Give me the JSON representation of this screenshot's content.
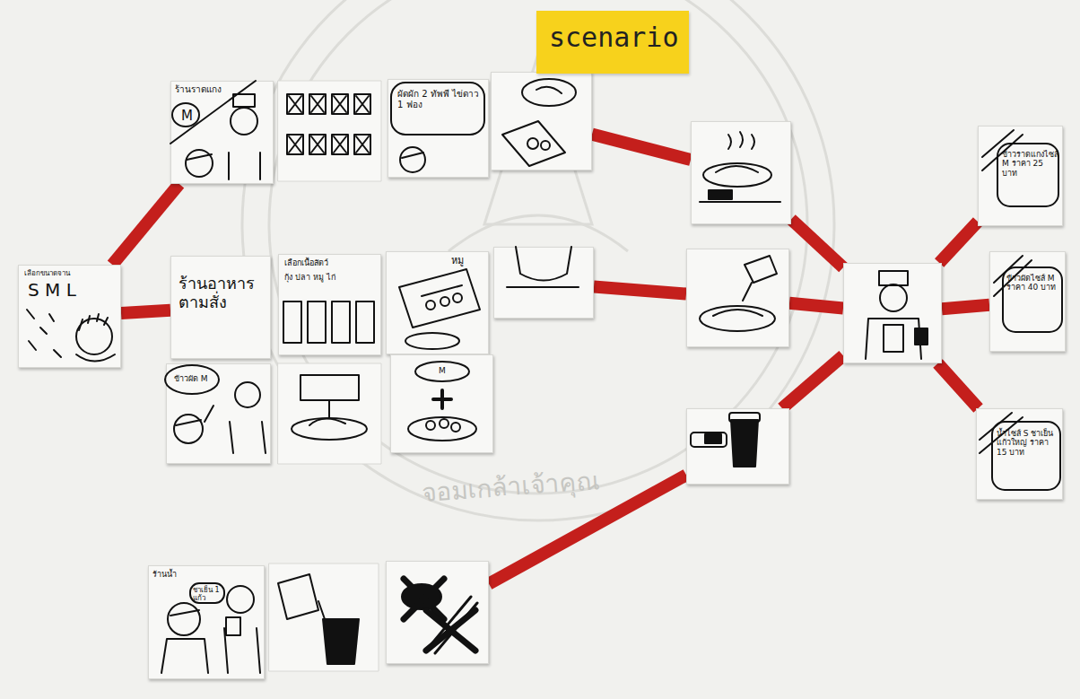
{
  "diagram": {
    "title": "scenario",
    "nodes": [
      {
        "text": [
          "เลือกขนาดจาน",
          "S M L"
        ]
      },
      {
        "text": [
          "ร้านราดแกง",
          "M"
        ]
      },
      {
        "text": [
          "ผัดผัก 2 ทัพพี ไข่ดาว 1 ฟอง"
        ]
      },
      {
        "text": []
      },
      {
        "text": []
      },
      {
        "text": [
          "ร้านอาหาร ตามสั่ง"
        ]
      },
      {
        "text": [
          "เลือกเนื้อสัตว์",
          "กุ้ง ปลา หมู ไก่"
        ]
      },
      {
        "text": [
          "หมู"
        ]
      },
      {
        "text": []
      },
      {
        "text": []
      },
      {
        "text": []
      },
      {
        "text": [
          "ข้าวราดแกงไซส์ M ราคา 25 บาท"
        ]
      },
      {
        "text": [
          "ข้าวผัดไซส์ M ราคา 40 บาท"
        ]
      },
      {
        "text": [
          "ข้าวผัด M"
        ]
      },
      {
        "text": [
          "M"
        ]
      },
      {
        "text": []
      },
      {
        "text": [
          "น้ำไซส์ S ชาเย็นแก้วใหญ่ ราคา 15 บาท"
        ]
      },
      {
        "text": [
          "ร้านน้ำ",
          "ชาเย็น 1 แก้ว"
        ]
      },
      {
        "text": []
      }
    ],
    "edges": [
      {
        "from": 0,
        "to": 1,
        "arrow": "none"
      },
      {
        "from": 0,
        "to": 5,
        "arrow": "none"
      },
      {
        "from": 3,
        "to": 4,
        "arrow": "none"
      },
      {
        "from": 4,
        "to": 10,
        "arrow": "none"
      },
      {
        "from": 8,
        "to": 9,
        "arrow": "none"
      },
      {
        "from": 9,
        "to": 10,
        "arrow": "none"
      },
      {
        "from": 18,
        "to": 15,
        "arrow": "none"
      },
      {
        "from": 15,
        "to": 10,
        "arrow": "none"
      },
      {
        "from": 10,
        "to": 11,
        "arrow": "none"
      },
      {
        "from": 10,
        "to": 12,
        "arrow": "none"
      },
      {
        "from": 10,
        "to": 16,
        "arrow": "none"
      }
    ],
    "labels": [
      "จอมเกล้าเจ้าคุณ"
    ]
  }
}
